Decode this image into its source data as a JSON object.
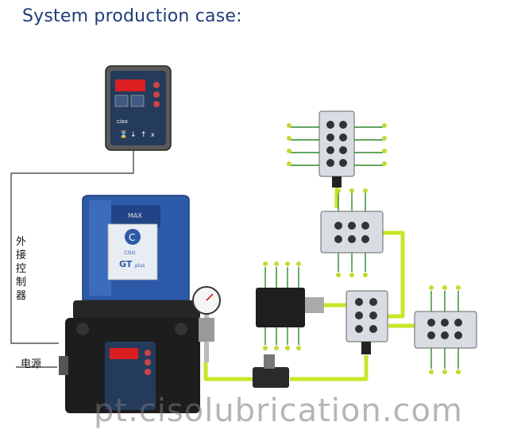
{
  "title": "System production case:",
  "labels": {
    "external_control": "外接控制器",
    "power": "电源"
  },
  "controller": {
    "brand": "ciso",
    "buttons": [
      "⌛",
      "↓",
      "↑",
      "x"
    ]
  },
  "pump": {
    "logo": "CISO",
    "model": "GT",
    "model_suffix": "plus",
    "max_mark": "MAX"
  },
  "colors": {
    "pipe": "#c8e62a",
    "reservoir": "#2d5aa8",
    "body": "#1d1d1d",
    "display": "#e22222",
    "title": "#1f3d7a"
  },
  "watermark": "pt.cisolubrication.com"
}
